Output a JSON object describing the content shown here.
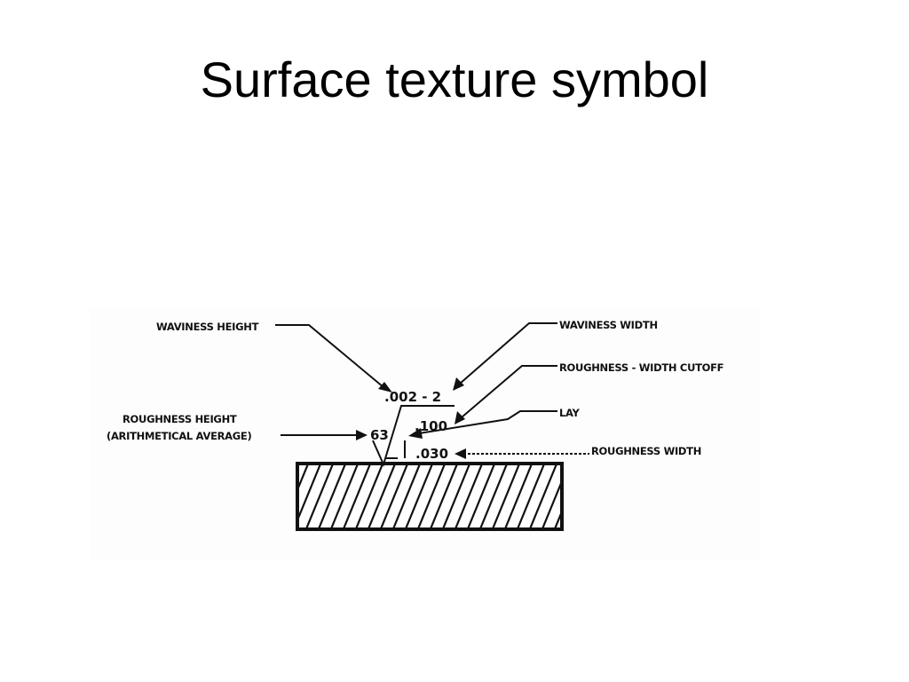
{
  "slide": {
    "title": "Surface texture symbol"
  },
  "diagram": {
    "labels": {
      "waviness_height": "WAVINESS HEIGHT",
      "waviness_width": "WAVINESS WIDTH",
      "roughness_width_cutoff": "ROUGHNESS - WIDTH CUTOFF",
      "lay": "LAY",
      "roughness_height_line1": "ROUGHNESS HEIGHT",
      "roughness_height_line2": "(ARITHMETICAL AVERAGE)",
      "roughness_width": "ROUGHNESS WIDTH"
    },
    "symbol_values": {
      "waviness": ".002 - 2",
      "roughness_height": "63",
      "cutoff": ".100",
      "roughness_width": ".030"
    }
  }
}
